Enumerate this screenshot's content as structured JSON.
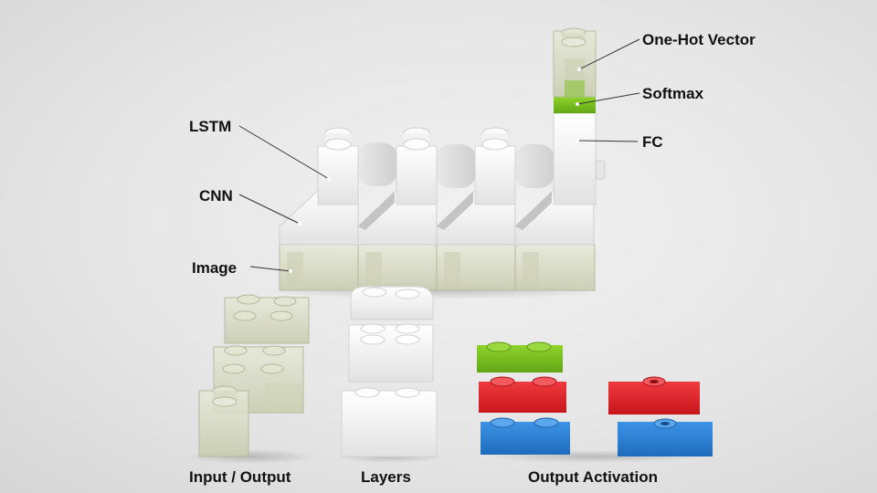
{
  "labels": {
    "one_hot": "One-Hot  Vector",
    "softmax": "Softmax",
    "fc": "FC",
    "lstm": "LSTM",
    "cnn": "CNN",
    "image": "Image"
  },
  "legend": {
    "input_output": "Input / Output",
    "layers": "Layers",
    "output_activation": "Output Activation"
  },
  "colors": {
    "background": "#e4e4e4",
    "white_brick": "#f4f4f4",
    "transparent_brick": "#d9dcc6",
    "green": "#7cc21f",
    "red": "#e02127",
    "blue": "#2a7fd4"
  }
}
